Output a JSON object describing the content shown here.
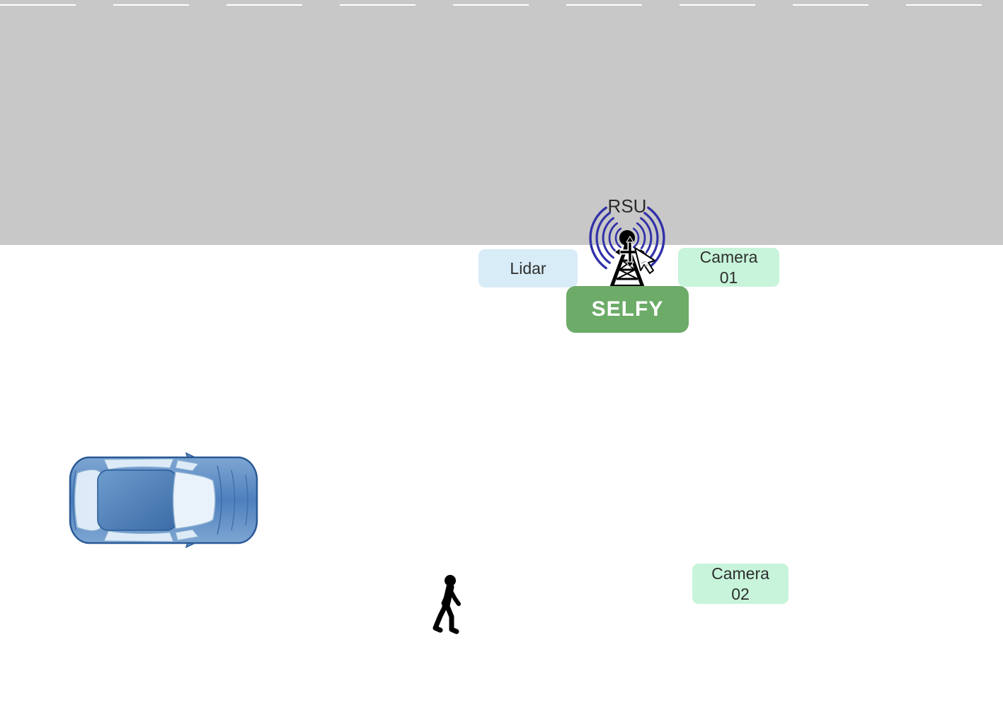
{
  "scene": {
    "description": "Road-side unit sensing scenario diagram",
    "background_color": "#ffffff",
    "road_color": "#c8c8c8",
    "lane_marking_color": "#ffffff"
  },
  "rsu": {
    "title": "RSU",
    "unit_label": "SELFY",
    "unit_bg_color": "#6cab68",
    "unit_text_color": "#ffffff",
    "wave_color": "#3232a8",
    "antenna_color": "#000000",
    "icons": [
      "radio-waves-icon",
      "antenna-tower-icon",
      "move-cursor-icon",
      "mouse-pointer-icon"
    ]
  },
  "sensors": {
    "lidar": {
      "label": "Lidar",
      "bg_color": "#d8ecf7"
    },
    "camera01": {
      "label": "Camera",
      "number": "01",
      "bg_color": "#c7f4da"
    },
    "camera02": {
      "label": "Camera",
      "number": "02",
      "bg_color": "#c7f4da"
    }
  },
  "actors": {
    "car": {
      "icon": "car-top-view-icon",
      "body_color": "#5b8dc6",
      "glass_color": "#e6f0fa",
      "outline_color": "#2a5a96",
      "direction": "facing-right",
      "lane": "bottom"
    },
    "pedestrian": {
      "icon": "pedestrian-walking-icon",
      "color": "#000000",
      "direction": "facing-right",
      "position": "below-road"
    }
  }
}
